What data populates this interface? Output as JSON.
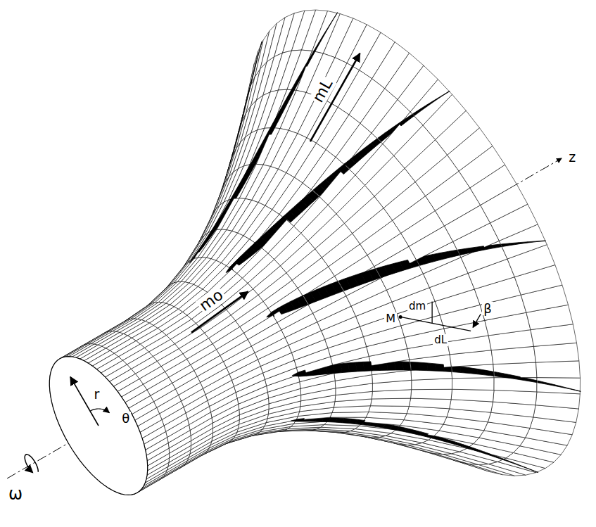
{
  "diagram": {
    "labels": [
      "mL",
      "z",
      "dm",
      "M",
      "dL",
      "β",
      "mo",
      "r",
      "θ",
      "ω"
    ]
  }
}
